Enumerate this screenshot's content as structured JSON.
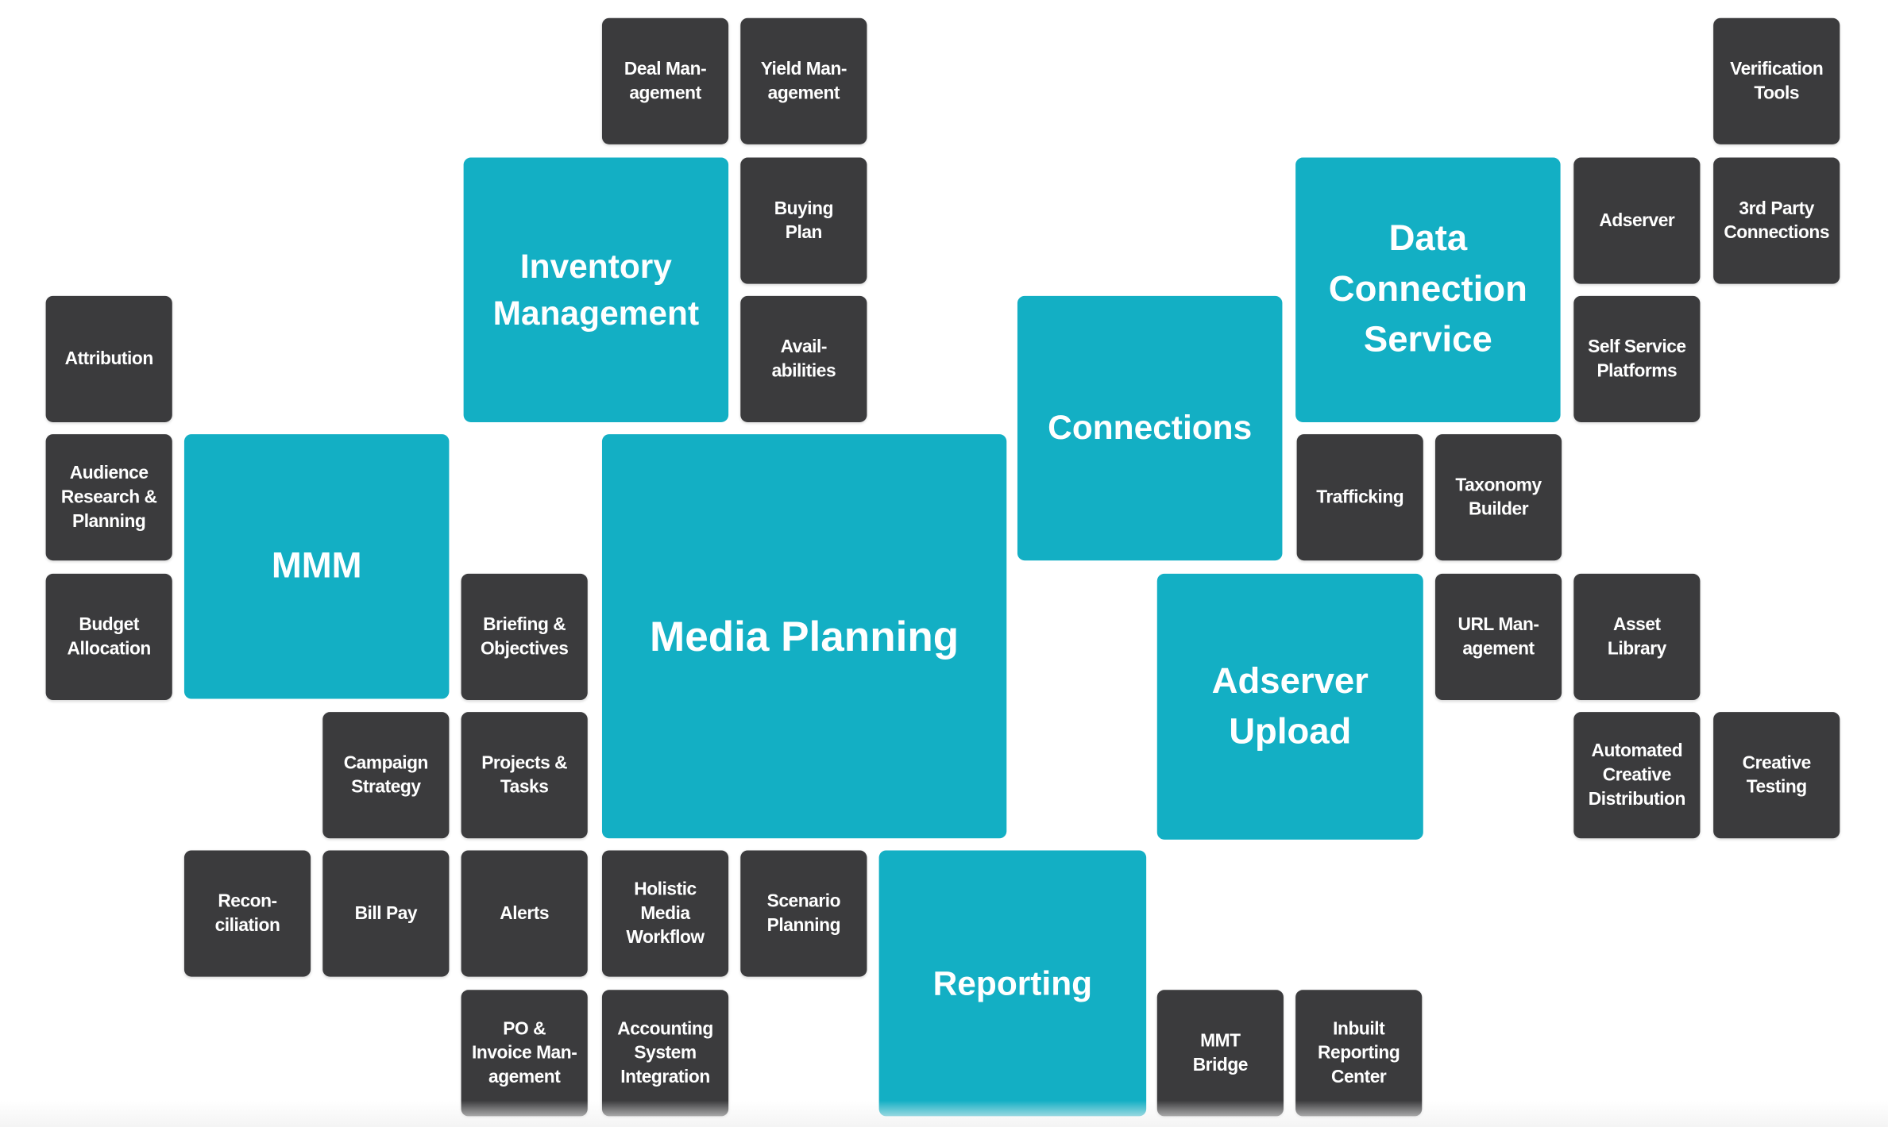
{
  "modules": {
    "deal_management": "Deal Man-\nagement",
    "yield_management": "Yield Man-\nagement",
    "verification_tools": "Verification\nTools",
    "inventory_management": "Inventory\nManagement",
    "buying_plan": "Buying\nPlan",
    "availabilities": "Avail-\nabilities",
    "data_connection_service": "Data\nConnection\nService",
    "adserver": "Adserver",
    "third_party_connections": "3rd Party\nConnections",
    "self_service_platforms": "Self Service\nPlatforms",
    "attribution": "Attribution",
    "audience_research_planning": "Audience\nResearch &\nPlanning",
    "budget_allocation": "Budget\nAllocation",
    "mmm": "MMM",
    "media_planning": "Media Planning",
    "connections": "Connections",
    "trafficking": "Trafficking",
    "taxonomy_builder": "Taxonomy\nBuilder",
    "briefing_objectives": "Briefing &\nObjectives",
    "adserver_upload": "Adserver\nUpload",
    "url_management": "URL Man-\nagement",
    "asset_library": "Asset\nLibrary",
    "campaign_strategy": "Campaign\nStrategy",
    "projects_tasks": "Projects &\nTasks",
    "automated_creative_distribution": "Automated\nCreative\nDistribution",
    "creative_testing": "Creative\nTesting",
    "reconciliation": "Recon-\nciliation",
    "bill_pay": "Bill Pay",
    "alerts": "Alerts",
    "holistic_media_workflow": "Holistic\nMedia\nWorkflow",
    "scenario_planning": "Scenario\nPlanning",
    "reporting": "Reporting",
    "po_invoice_management": "PO &\nInvoice Man-\nagement",
    "accounting_system_integration": "Accounting\nSystem\nIntegration",
    "mmt_bridge": "MMT\nBridge",
    "inbuilt_reporting_center": "Inbuilt\nReporting\nCenter"
  },
  "colors": {
    "primary_tile": "#13afc4",
    "secondary_tile": "#3b3b3d",
    "label_text": "#ffffff",
    "background": "#ffffff"
  }
}
